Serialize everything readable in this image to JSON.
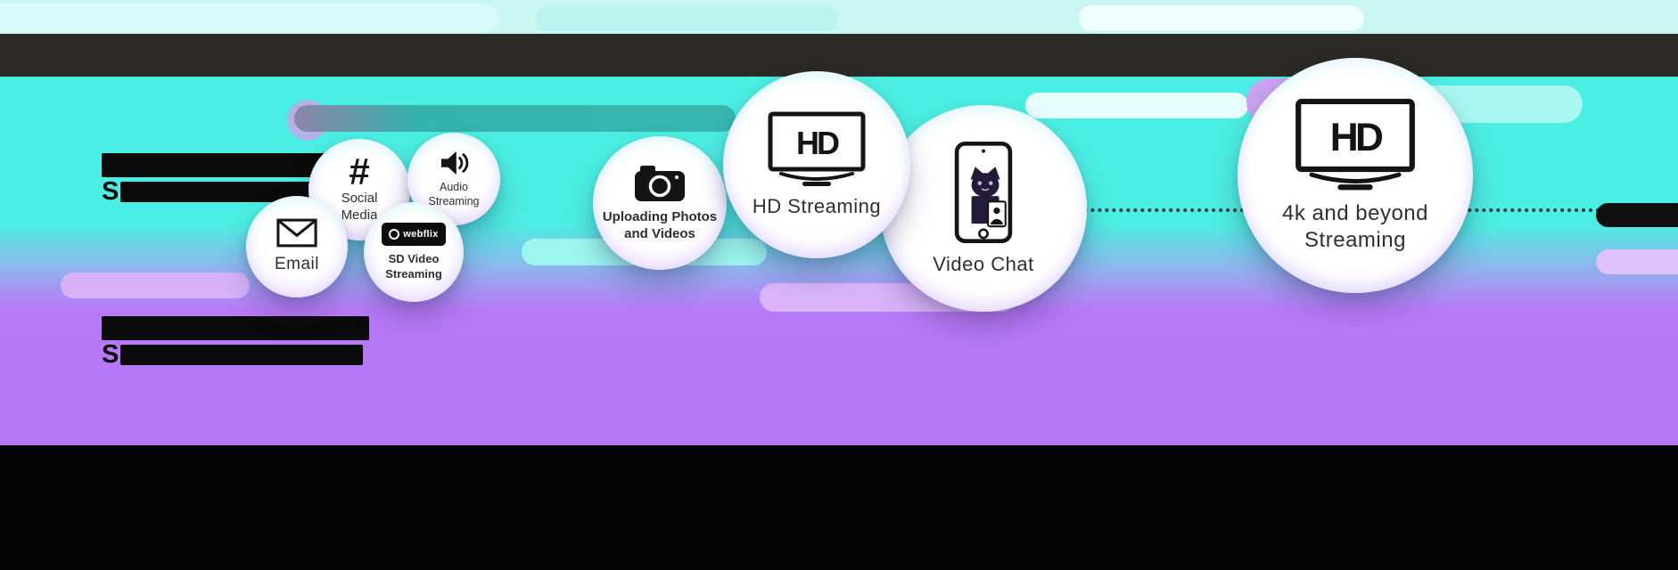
{
  "colors": {
    "top_strip": "#C8F7F2",
    "header_bar": "#2B2A26",
    "cyan_background": "#4BEEE2",
    "purple_background": "#B879F6",
    "footer_bar": "#040404",
    "teal_pill": "#35B3AD",
    "lavender_pill": "#D9B4FA",
    "dotted_line": "#1F1F1F"
  },
  "redacted": {
    "prefix": "S"
  },
  "bubbles": [
    {
      "id": "email",
      "icon": "envelope-icon",
      "label": "Email"
    },
    {
      "id": "social-media",
      "icon": "hash-icon",
      "symbol": "#",
      "label": "Social Media"
    },
    {
      "id": "audio-streaming",
      "icon": "speaker-icon",
      "label": "Audio Streaming"
    },
    {
      "id": "sd-video-streaming",
      "icon": "webflix-badge-icon",
      "badge_text": "webflix",
      "label": "SD Video Streaming"
    },
    {
      "id": "uploading-photos",
      "icon": "camera-icon",
      "label": "Uploading Photos and Videos"
    },
    {
      "id": "hd-streaming",
      "icon": "tv-hd-icon",
      "tv_text": "HD",
      "label": "HD Streaming"
    },
    {
      "id": "video-chat",
      "icon": "phone-video-chat-icon",
      "label": "Video Chat"
    },
    {
      "id": "4k-streaming",
      "icon": "tv-hd-icon",
      "tv_text": "HD",
      "label": "4k and beyond Streaming"
    }
  ]
}
